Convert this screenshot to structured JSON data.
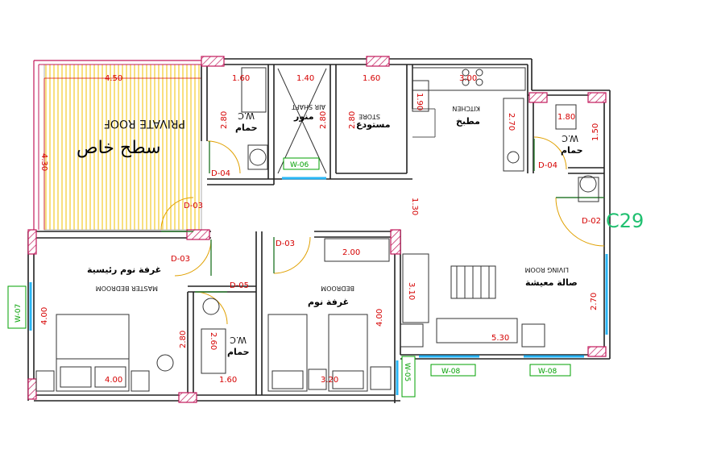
{
  "plan_code": "C29",
  "rooms": {
    "private_roof": {
      "name_en": "PRIVATE ROOF",
      "name_ar": "سطح خاص"
    },
    "master_bedroom": {
      "name_en": "MASTER BEDROOM",
      "name_ar": "غرفة نوم رئيسية"
    },
    "bedroom": {
      "name_en": "BEDROOM",
      "name_ar": "غرفة نوم"
    },
    "living_room": {
      "name_en": "LIVING ROOM",
      "name_ar": "صالة معيشة"
    },
    "kitchen": {
      "name_en": "KITCHEN",
      "name_ar": "مطبخ"
    },
    "store": {
      "name_en": "STORE",
      "name_ar": "مستودع"
    },
    "air_shaft": {
      "name_en": "AIR SHAFT",
      "name_ar": "منور"
    },
    "wc_top": {
      "name_en": "W.C",
      "name_ar": "حمام"
    },
    "wc_right": {
      "name_en": "W.C",
      "name_ar": "حمام"
    },
    "wc_bottom": {
      "name_en": "W.C",
      "name_ar": "حمام"
    }
  },
  "dimensions": {
    "roof_width": "4.50",
    "roof_depth": "4.30",
    "wc_top_width": "1.60",
    "wc_top_depth": "2.80",
    "shaft_width": "1.40",
    "shaft_depth": "2.80",
    "store_width": "1.60",
    "store_depth": "2.80",
    "kitchen_width": "3.00",
    "kitchen_counter": "1.90",
    "kitchen_depth": "2.70",
    "wc_right_width": "1.80",
    "wc_right_depth": "1.50",
    "corridor": "1.30",
    "bedroom_width": "2.00",
    "bedroom_depth": "4.00",
    "bedroom_bottom": "3.20",
    "master_depth": "4.00",
    "master_width": "4.00",
    "wc_bottom_depth": "2.80",
    "wc_bottom_inner": "2.60",
    "wc_bottom_width": "1.60",
    "living_depth_a": "3.10",
    "living_depth_b": "2.70",
    "living_width": "5.30"
  },
  "doors": {
    "d04_top": "D-04",
    "d03_roof": "D-03",
    "d03_master": "D-03",
    "d05": "D-05",
    "d03_bedroom": "D-03",
    "d04_right": "D-04",
    "d02": "D-02"
  },
  "windows": {
    "w06": "W-06",
    "w07": "W-07",
    "w05": "W-05",
    "w08_left": "W-08",
    "w08_right": "W-08"
  },
  "colors": {
    "dimension": "#d50000",
    "window": "#00a000",
    "column": "#c2185b",
    "code": "#20c070"
  }
}
